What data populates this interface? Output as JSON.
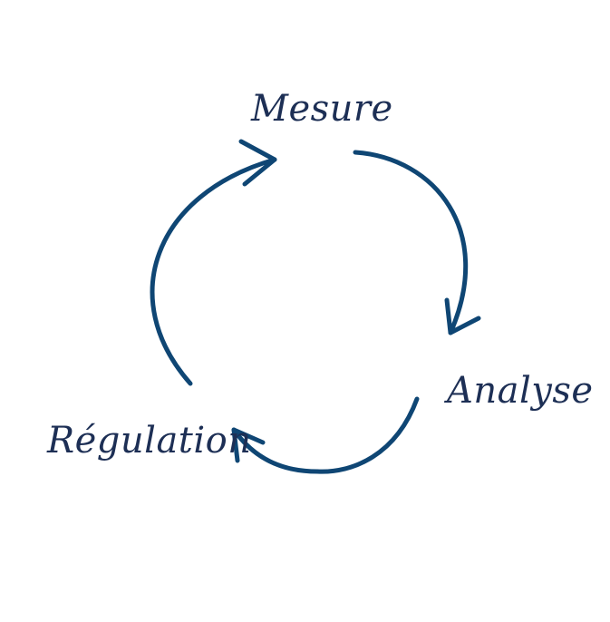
{
  "diagram": {
    "stages": [
      {
        "label": "Mesure"
      },
      {
        "label": "Analyse"
      },
      {
        "label": "Régulation"
      }
    ]
  },
  "colors": {
    "stroke": "#0f4674",
    "text": "#1d2f55",
    "background": "#ffffff"
  }
}
